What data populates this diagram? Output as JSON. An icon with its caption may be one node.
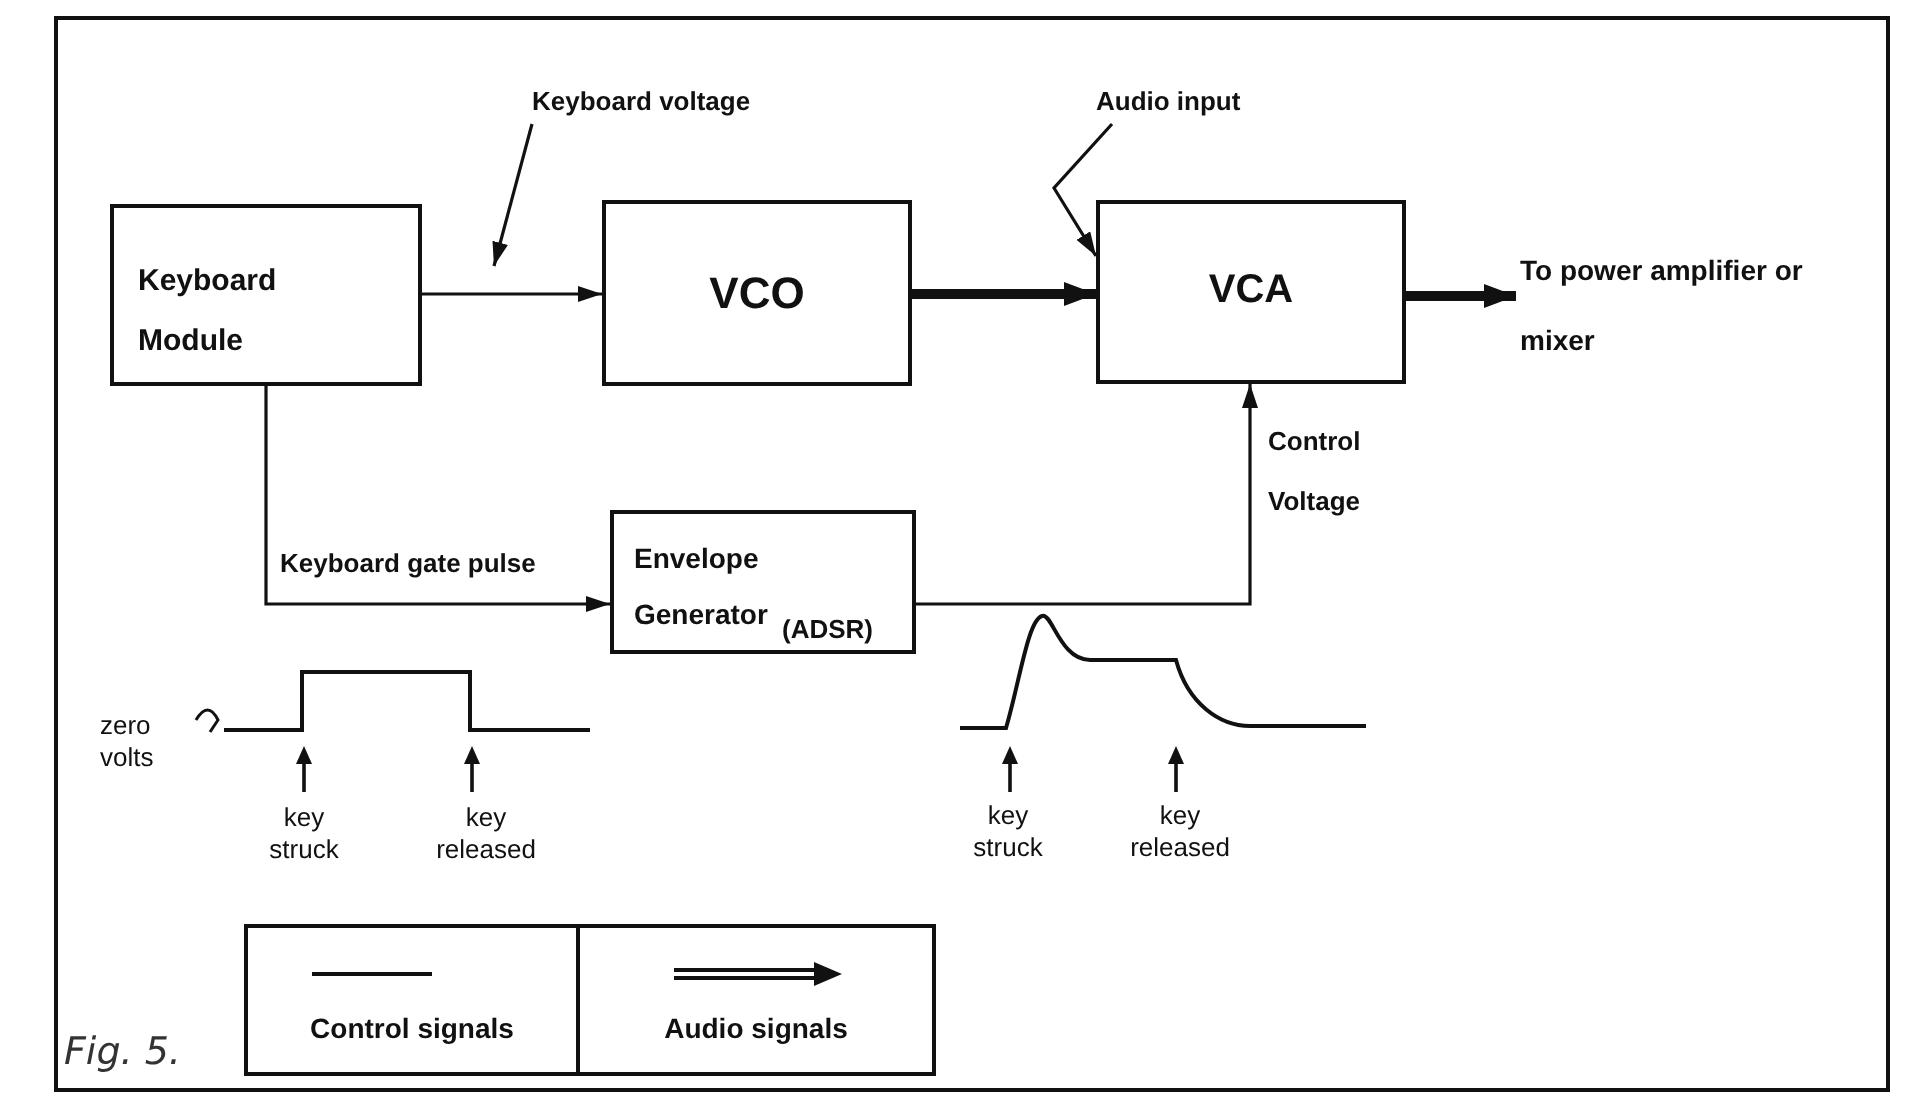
{
  "diagram": {
    "nodes": [
      {
        "text": [
          "Keyboard Module"
        ]
      },
      {
        "text": [
          "VCO"
        ]
      },
      {
        "text": [
          "VCA"
        ]
      },
      {
        "text": [
          "Envelope Generator",
          "(ADSR)"
        ]
      },
      {
        "text": [
          "Keyboard voltage"
        ]
      },
      {
        "text": [
          "Audio input"
        ]
      },
      {
        "text": [
          "To power amplifier or mixer"
        ]
      }
    ],
    "edges": [
      {
        "from": 0,
        "to": 1,
        "arrow": "to"
      },
      {
        "from": 1,
        "to": 2,
        "arrow": "to",
        "style": "thick"
      },
      {
        "from": 2,
        "to": 6,
        "arrow": "to",
        "style": "thick"
      },
      {
        "from": 0,
        "to": 3,
        "arrow": "to",
        "label": "Keyboard gate pulse"
      },
      {
        "from": 3,
        "to": 2,
        "arrow": "to",
        "label": "Control Voltage"
      },
      {
        "from": 4,
        "to": null,
        "arrow": "to"
      },
      {
        "from": 5,
        "to": 2,
        "arrow": "to"
      }
    ],
    "labels": [
      "zero volts",
      "key struck",
      "key released",
      "key struck",
      "key released",
      "Fig. 5."
    ],
    "legend": [
      {
        "text": "Control signals"
      },
      {
        "text": "Audio signals"
      }
    ]
  }
}
